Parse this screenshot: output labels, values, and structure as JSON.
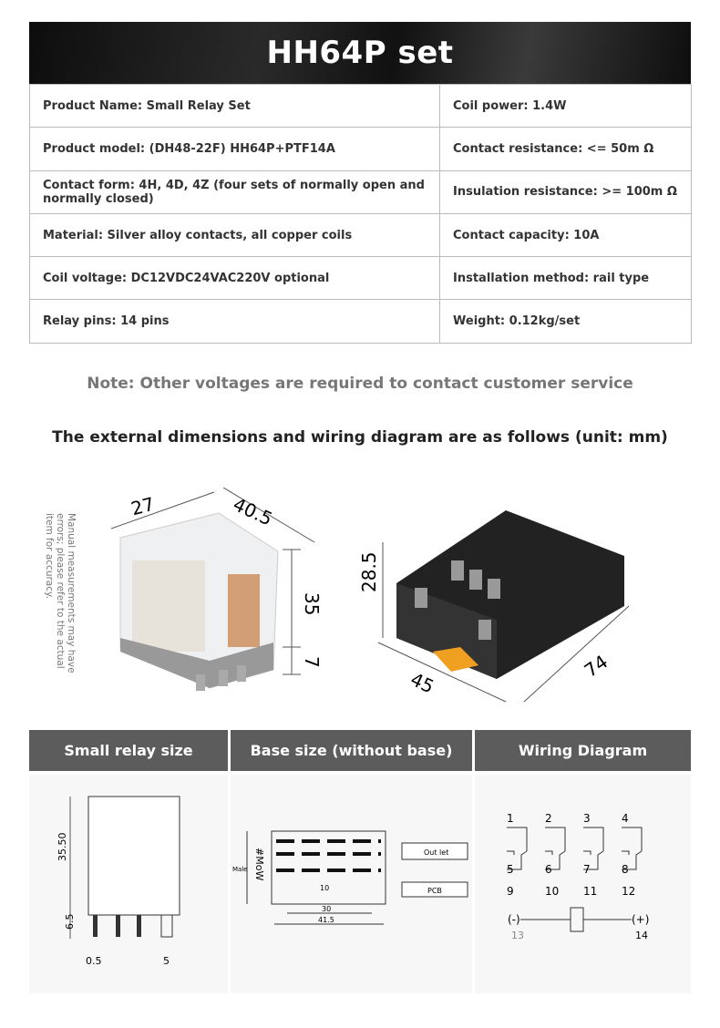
{
  "header": {
    "title": "HH64P set"
  },
  "specs": [
    [
      "Product Name: Small Relay Set",
      "Coil power: 1.4W"
    ],
    [
      "Product model: (DH48-22F) HH64P+PTF14A",
      "Contact resistance: <= 50m Ω"
    ],
    [
      "Contact form: 4H, 4D, 4Z (four sets of normally open and normally closed)",
      "Insulation resistance: >= 100m Ω"
    ],
    [
      "Material: Silver alloy contacts, all copper coils",
      "Contact capacity: 10A"
    ],
    [
      "Coil voltage: DC12VDC24VAC220V optional",
      "Installation method: rail type"
    ],
    [
      "Relay pins: 14 pins",
      "Weight: 0.12kg/set"
    ]
  ],
  "note": "Note: Other voltages are required to contact customer service",
  "subtitle": "The external dimensions and wiring diagram are as follows (unit: mm)",
  "disclaimer": "Manual measurements may have errors; please refer to the actual item for accuracy.",
  "relay_dims": {
    "width": "27",
    "length": "40.5",
    "height": "35",
    "pins": "7"
  },
  "base_dims": {
    "height": "28.5",
    "width": "45",
    "length": "74"
  },
  "sections": [
    "Small relay size",
    "Base size (without base)",
    "Wiring Diagram"
  ],
  "relay_drawing": {
    "height": "35.50",
    "pin": "6.5",
    "a": "0.5",
    "b": "5"
  },
  "base_drawing": {
    "side": "Male",
    "mark": "#MoW",
    "pitch": "10",
    "inner": "30",
    "outer": "41.5",
    "outlet": "Out let",
    "pcb": "PCB"
  },
  "wiring": {
    "top": [
      "1",
      "2",
      "3",
      "4"
    ],
    "mid": [
      "5",
      "6",
      "7",
      "8"
    ],
    "bottom": [
      "9",
      "10",
      "11",
      "12"
    ],
    "neg": "(-)",
    "pos": "(+)",
    "neg_pin": "13",
    "pos_pin": "14"
  }
}
